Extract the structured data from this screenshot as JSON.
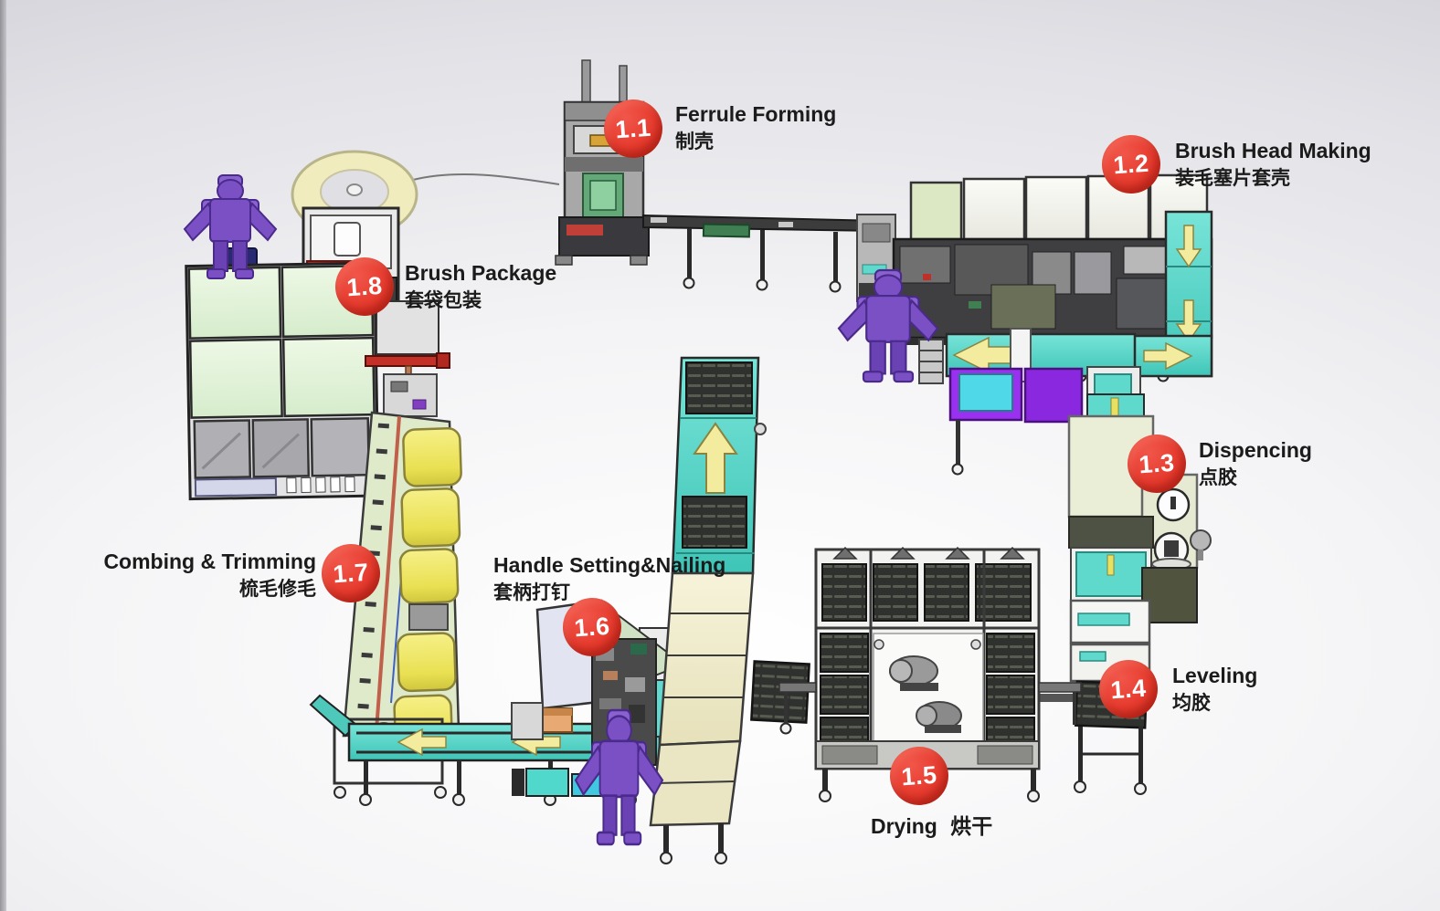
{
  "stations": [
    {
      "num": "1.1",
      "en": "Ferrule Forming",
      "zh": "制壳"
    },
    {
      "num": "1.2",
      "en": "Brush Head Making",
      "zh": "装毛塞片套壳"
    },
    {
      "num": "1.3",
      "en": "Dispencing",
      "zh": "点胶"
    },
    {
      "num": "1.4",
      "en": "Leveling",
      "zh": "均胶"
    },
    {
      "num": "1.5",
      "en": "Drying",
      "zh": "烘干"
    },
    {
      "num": "1.6",
      "en": "Handle Setting&Nailing",
      "zh": "套柄打钉"
    },
    {
      "num": "1.7",
      "en": "Combing & Trimming",
      "zh": "梳毛修毛"
    },
    {
      "num": "1.8",
      "en": "Brush Package",
      "zh": "套袋包装"
    }
  ],
  "colors": {
    "badge_red": "#e63b2e",
    "badge_text": "#ffffff",
    "label_text": "#1b1b1b",
    "conveyor_teal": "#54d4c6",
    "panel_mint": "#e2f3da",
    "panel_cream": "#f0edd0",
    "panel_white": "#f6f6f0",
    "drum_yellow": "#ebe35a",
    "worker_purple": "#7a50c4",
    "box_violet": "#9a30f0",
    "arrow_yellow": "#f3ec9e",
    "machine_dark": "#2f312e",
    "olive_dark": "#4e5244"
  }
}
